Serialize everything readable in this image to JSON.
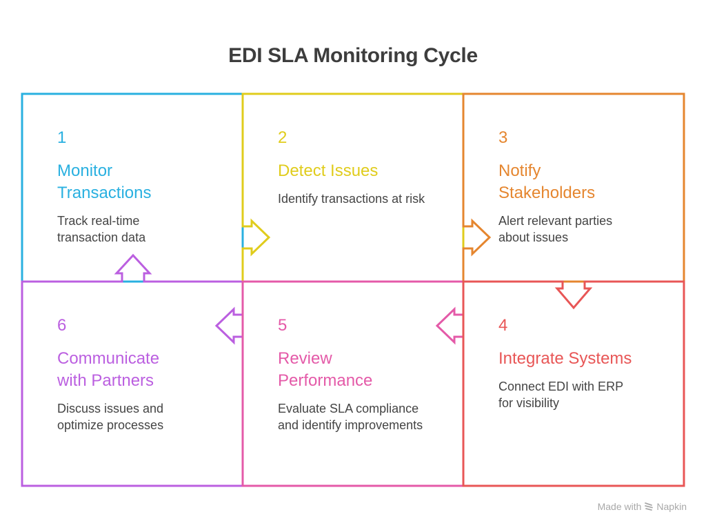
{
  "title": "EDI SLA Monitoring Cycle",
  "steps": [
    {
      "number": "1",
      "heading": "Monitor Transactions",
      "heading_lines": [
        "Monitor",
        "Transactions"
      ],
      "description": "Track real-time transaction data",
      "color": "#29b0e0"
    },
    {
      "number": "2",
      "heading": "Detect Issues",
      "heading_lines": [
        "Detect Issues"
      ],
      "description": "Identify transactions at risk",
      "color": "#e0cc1c"
    },
    {
      "number": "3",
      "heading": "Notify Stakeholders",
      "heading_lines": [
        "Notify",
        "Stakeholders"
      ],
      "description": "Alert relevant parties about issues",
      "color": "#e5862f"
    },
    {
      "number": "4",
      "heading": "Integrate Systems",
      "heading_lines": [
        "Integrate Systems"
      ],
      "description": "Connect EDI with ERP for visibility",
      "color": "#e85656"
    },
    {
      "number": "5",
      "heading": "Review Performance",
      "heading_lines": [
        "Review",
        "Performance"
      ],
      "description": "Evaluate SLA compliance and identify improvements",
      "color": "#e45aa8"
    },
    {
      "number": "6",
      "heading": "Communicate with Partners",
      "heading_lines": [
        "Communicate",
        "with Partners"
      ],
      "description": "Discuss issues and optimize processes",
      "color": "#bb5fe0"
    }
  ],
  "footer": {
    "text": "Made with",
    "brand": "Napkin"
  }
}
